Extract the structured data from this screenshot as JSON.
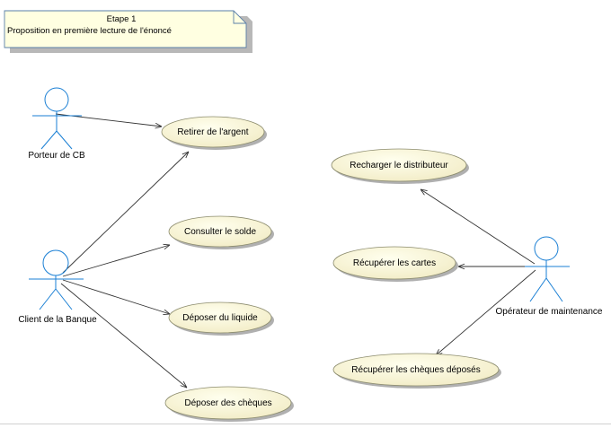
{
  "note": {
    "title": "Etape 1",
    "subtitle": "Proposition en première lecture de l'énoncé"
  },
  "actors": {
    "porteur": "Porteur de CB",
    "client": "Client de la Banque",
    "operateur": "Opérateur de maintenance"
  },
  "use_cases": {
    "retirer": "Retirer de l'argent",
    "consulter": "Consulter le solde",
    "deposer_liquide": "Déposer du liquide",
    "deposer_cheques": "Déposer des chèques",
    "recharger": "Recharger le distributeur",
    "recuperer_cartes": "Récupérer les cartes",
    "recuperer_cheques": "Récupérer les chèques déposés"
  },
  "colors": {
    "actor_stroke": "#1a7fd4",
    "note_fill": "#ffffe1",
    "usecase_fill_light": "#ffffee",
    "usecase_fill_dark": "#f2ecc6"
  }
}
